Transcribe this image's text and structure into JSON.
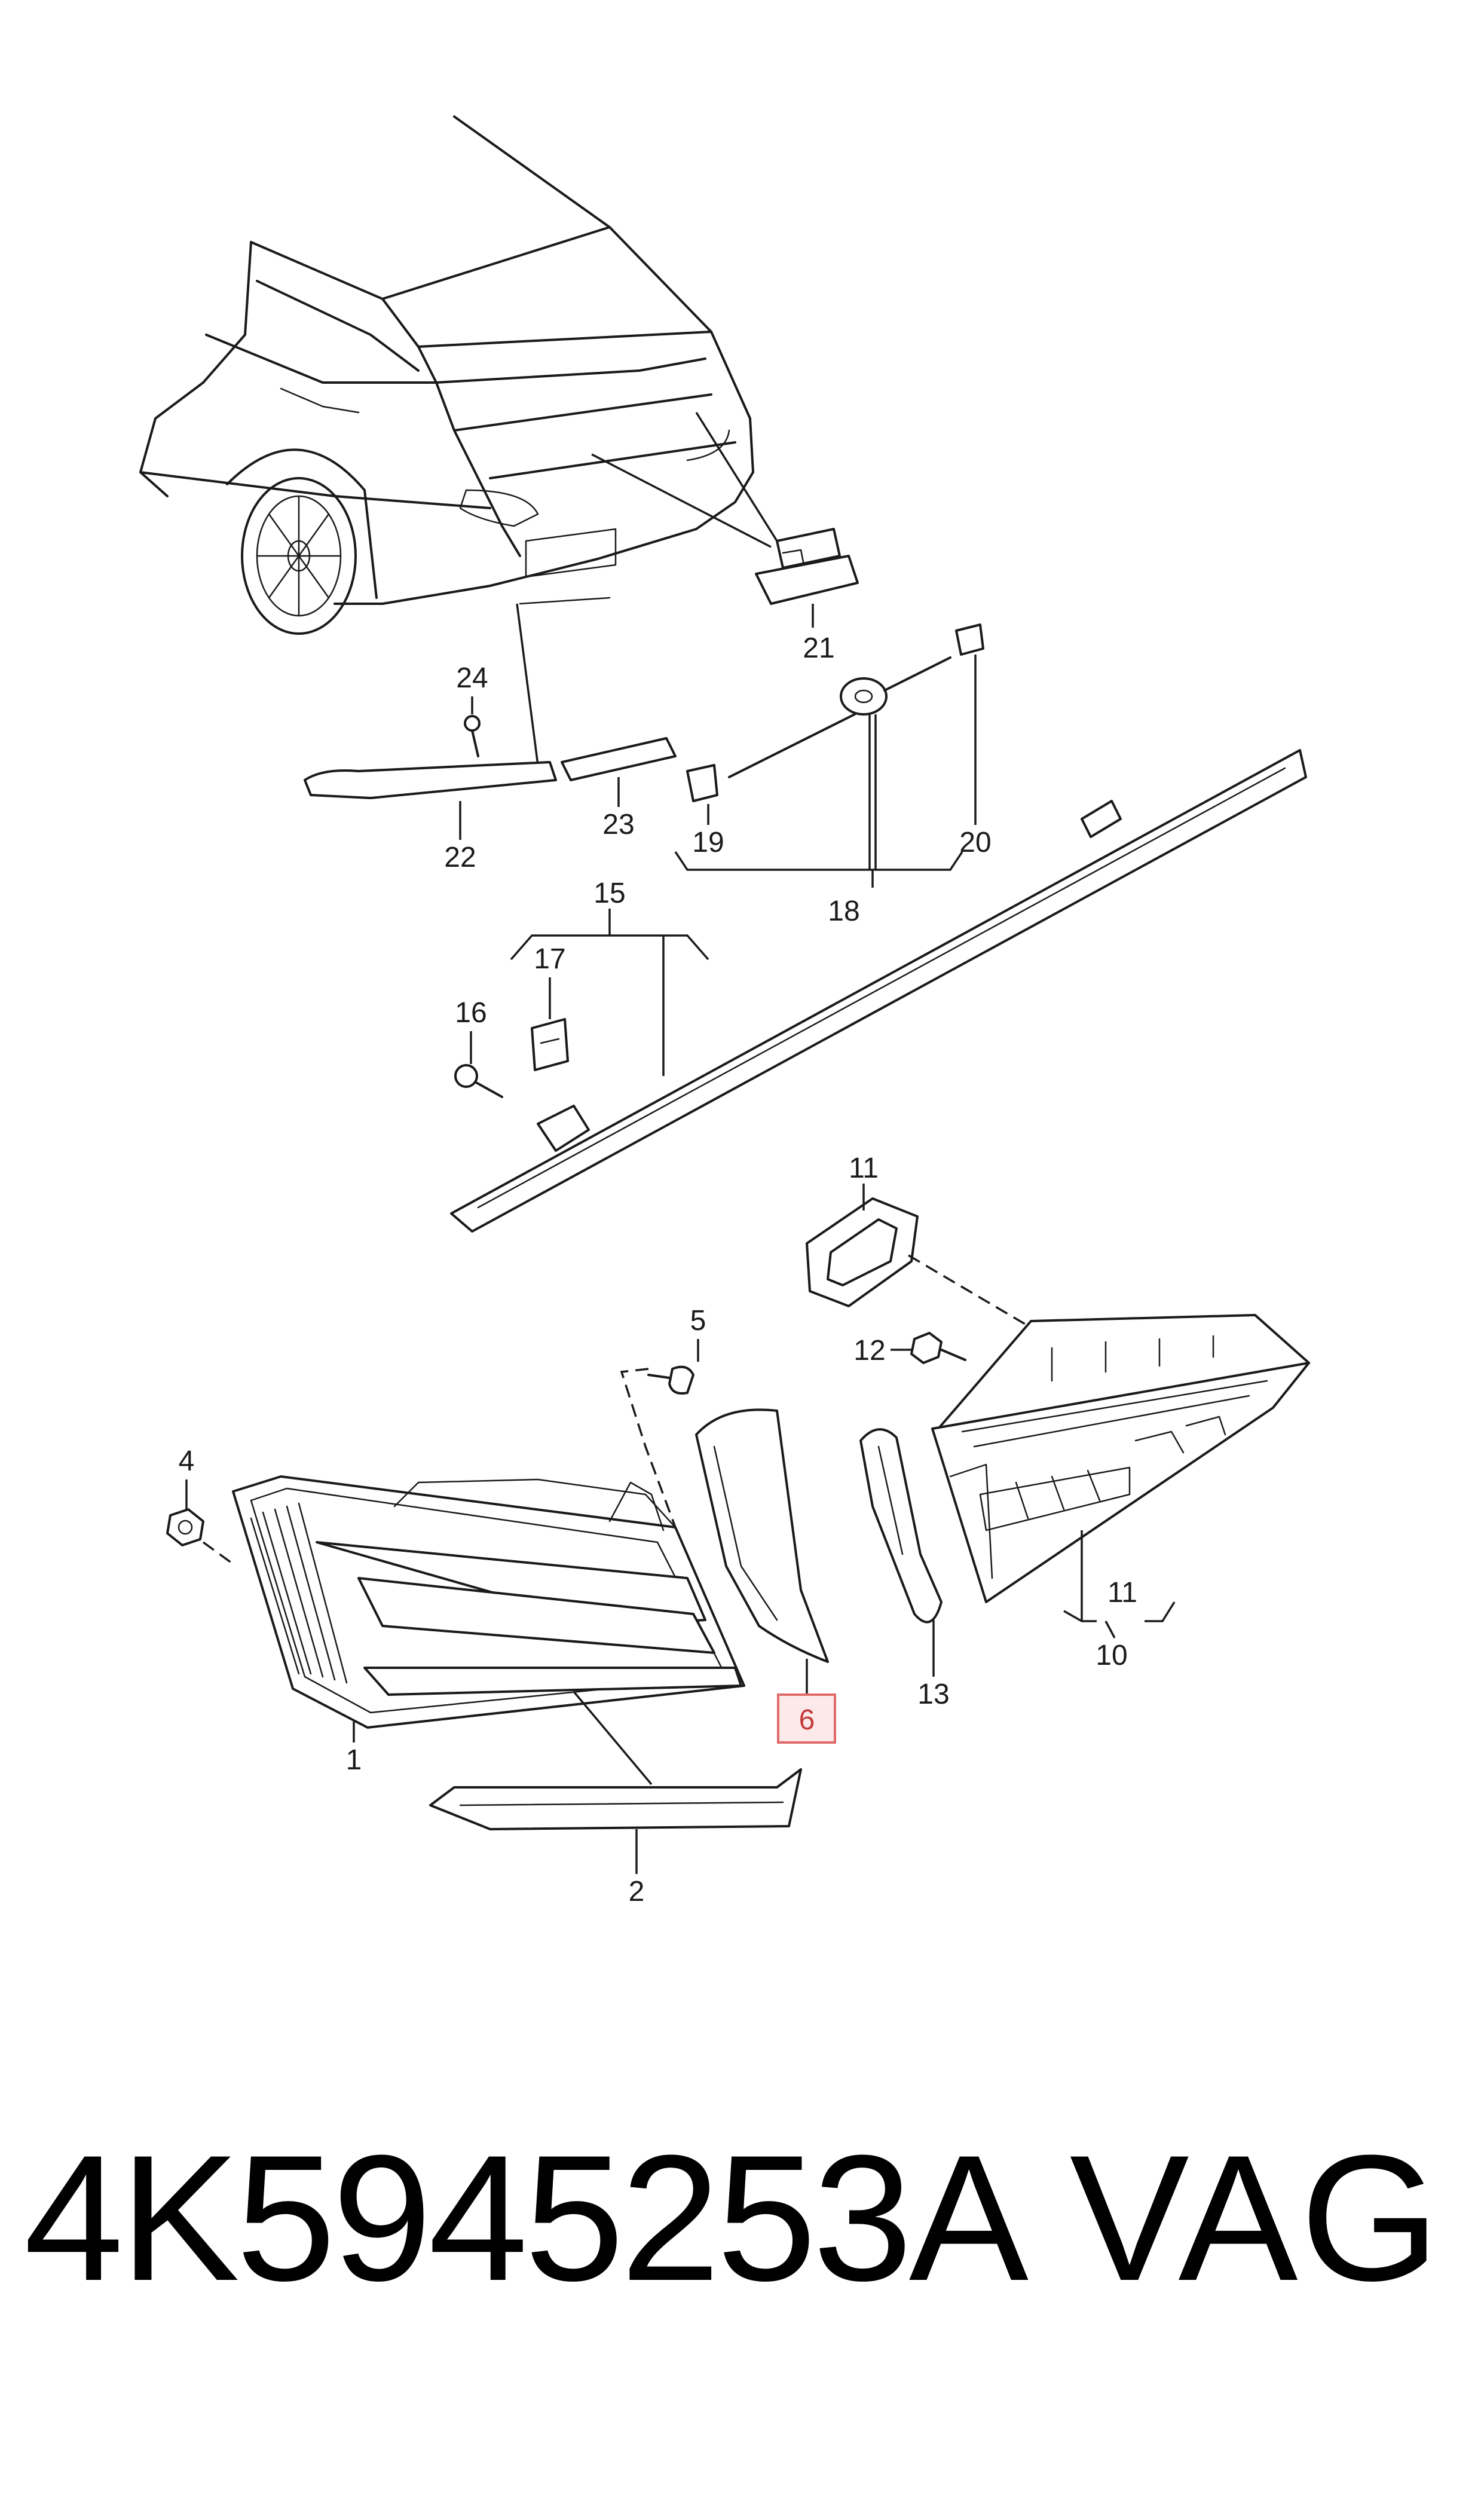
{
  "callouts": {
    "c1": "1",
    "c2": "2",
    "c4": "4",
    "c5": "5",
    "c6": "6",
    "c10": "10",
    "c11a": "11",
    "c11b": "11",
    "c12": "12",
    "c13": "13",
    "c15": "15",
    "c16": "16",
    "c17": "17",
    "c18": "18",
    "c19": "19",
    "c20": "20",
    "c21": "21",
    "c22": "22",
    "c23": "23",
    "c24": "24"
  },
  "highlighted_callout": "6",
  "footer": {
    "part_number": "4K5945253A",
    "brand": "VAG"
  },
  "colors": {
    "line": "#1a1a1a",
    "highlight_fill": "#fde9e9",
    "highlight_stroke": "#e06a6a"
  }
}
